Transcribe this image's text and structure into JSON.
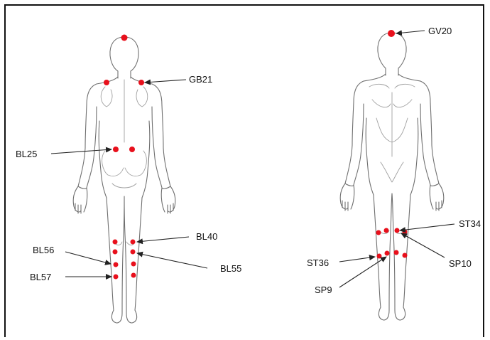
{
  "figure": {
    "left_panel": {
      "labels": {
        "gb21": "GB21",
        "bl25": "BL25",
        "bl56": "BL56",
        "bl57": "BL57",
        "bl40": "BL40",
        "bl55": "BL55"
      }
    },
    "right_panel": {
      "labels": {
        "gv20": "GV20",
        "st34": "ST34",
        "st36": "ST36",
        "sp10": "SP10",
        "sp9": "SP9"
      }
    },
    "colors": {
      "point": "#e8101c",
      "outline": "#6f6f6f",
      "text": "#111111"
    }
  }
}
